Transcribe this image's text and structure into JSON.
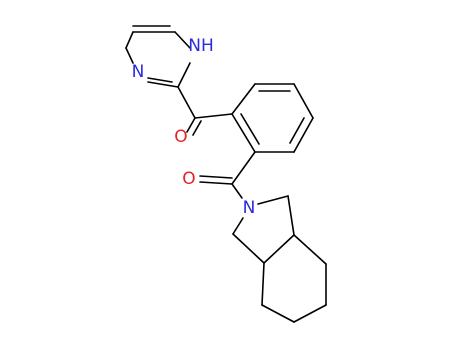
{
  "atoms": {
    "imidazole_nh": "NH",
    "imidazole_n": "N",
    "ketone_o": "O",
    "amide_o": "O",
    "amide_n": "N"
  },
  "colors": {
    "nitrogen": "#2a2ae0",
    "oxygen": "#e8202a",
    "carbon_bond": "#000000",
    "background": "#ffffff"
  }
}
